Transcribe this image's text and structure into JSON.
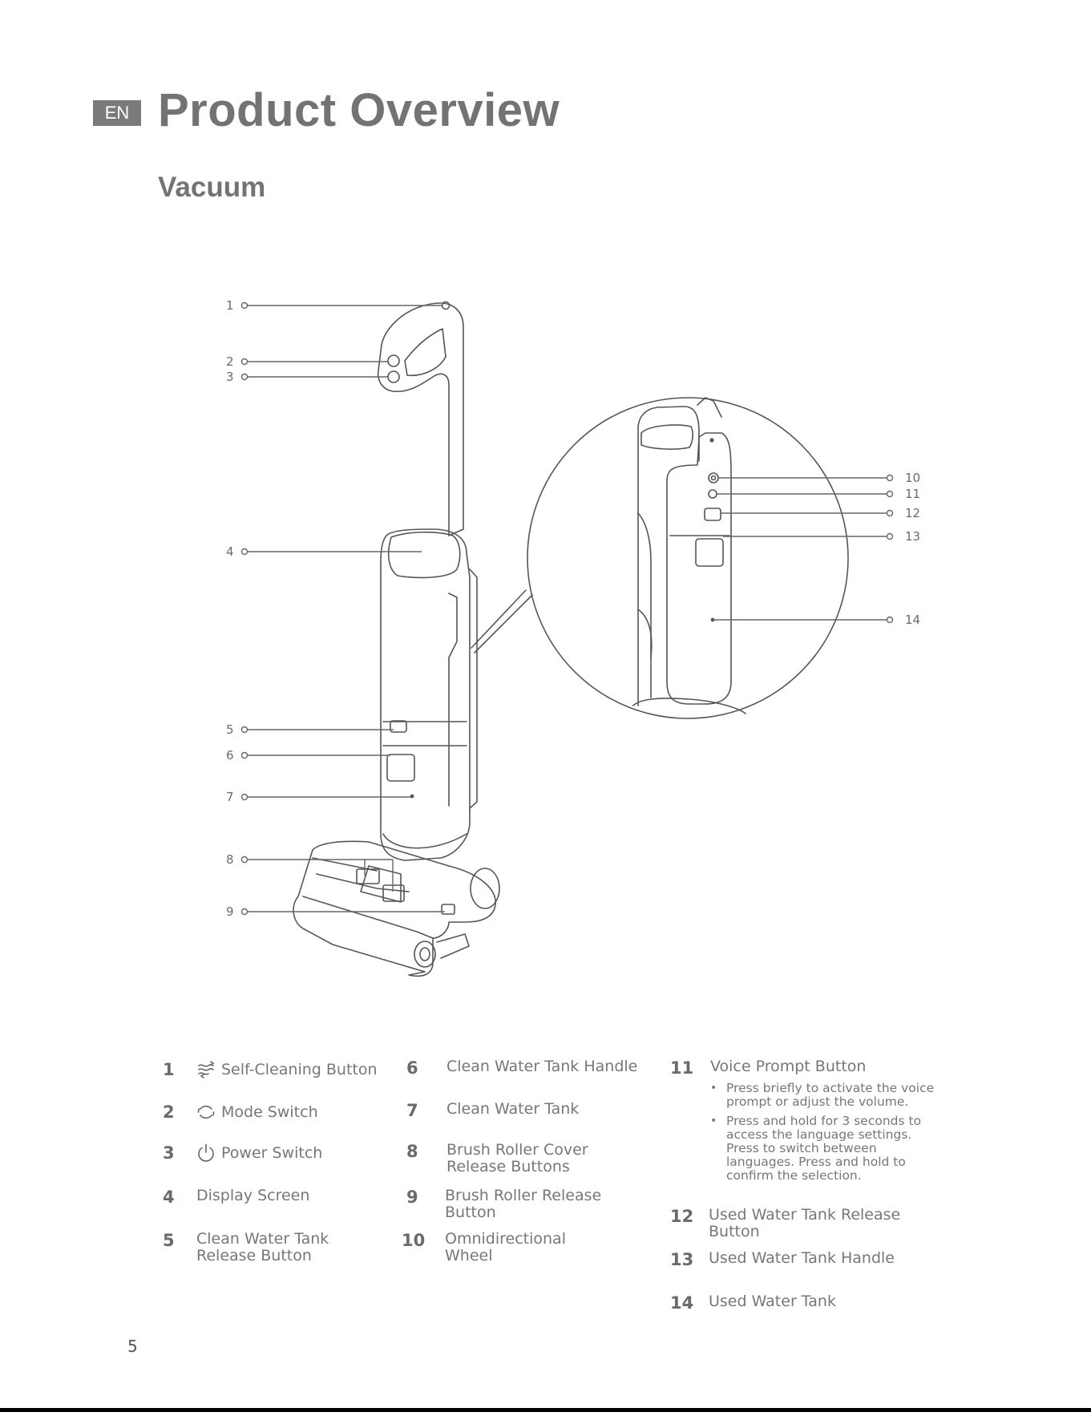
{
  "header": {
    "lang_badge": "EN",
    "title": "Product Overview",
    "section": "Vacuum"
  },
  "diagram": {
    "callouts_left": [
      "1",
      "2",
      "3",
      "4",
      "5",
      "6",
      "7",
      "8",
      "9"
    ],
    "callouts_right": [
      "10",
      "11",
      "12",
      "13",
      "14"
    ]
  },
  "legend": {
    "items": [
      {
        "num": "1",
        "label": "Self-Cleaning Button",
        "icon": "self-cleaning-icon"
      },
      {
        "num": "2",
        "label": "Mode Switch",
        "icon": "mode-switch-icon"
      },
      {
        "num": "3",
        "label": "Power Switch",
        "icon": "power-icon"
      },
      {
        "num": "4",
        "label": "Display Screen"
      },
      {
        "num": "5",
        "label": "Clean Water Tank Release Button"
      },
      {
        "num": "6",
        "label": "Clean Water Tank Handle"
      },
      {
        "num": "7",
        "label": "Clean Water Tank"
      },
      {
        "num": "8",
        "label": "Brush Roller Cover Release Buttons"
      },
      {
        "num": "9",
        "label": "Brush Roller Release Button"
      },
      {
        "num": "10",
        "label": "Omnidirectional Wheel"
      },
      {
        "num": "11",
        "label": "Voice Prompt Button",
        "bullets": [
          "Press briefly to activate the voice prompt or adjust the volume.",
          "Press and hold for 3 seconds to access the language settings. Press to switch between languages. Press and hold to confirm the selection."
        ]
      },
      {
        "num": "12",
        "label": "Used Water Tank Release Button"
      },
      {
        "num": "13",
        "label": "Used Water Tank Handle"
      },
      {
        "num": "14",
        "label": "Used Water Tank"
      }
    ]
  },
  "footer": {
    "page_number": "5"
  }
}
